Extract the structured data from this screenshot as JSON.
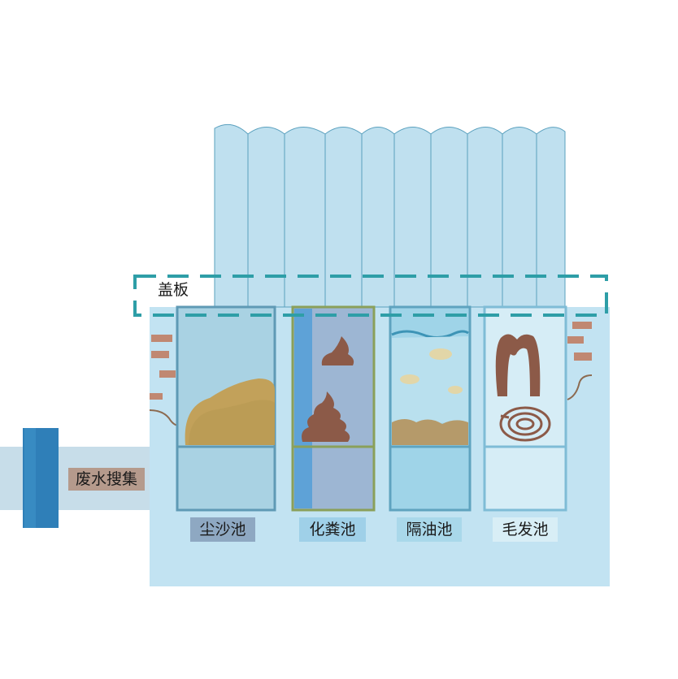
{
  "labels": {
    "cover": "盖板",
    "inlet": "废水搜集",
    "tanks": [
      "尘沙池",
      "化粪池",
      "隔油池",
      "毛发池"
    ]
  },
  "colors": {
    "basin": "#c2e3f2",
    "cover_dash": "#2e9ea7",
    "pipe": "#c7dde9",
    "valve": "#2f7fb8",
    "sand": "#c2a15a",
    "waste": "#8c5a48",
    "brick": "#c08872"
  }
}
